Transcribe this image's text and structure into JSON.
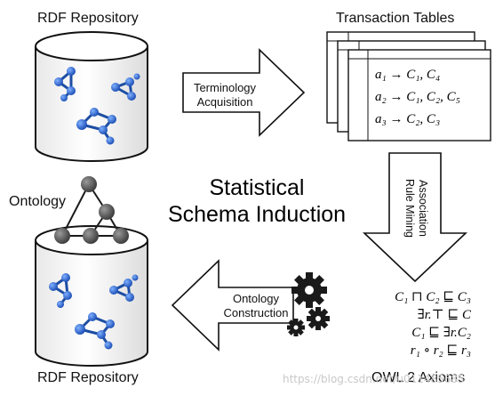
{
  "labels": {
    "rdf_top": "RDF Repository",
    "transaction_tables": "Transaction Tables",
    "ontology": "Ontology",
    "statistical": "Statistical",
    "schema_induction": "Schema Induction",
    "rdf_bottom": "RDF Repository",
    "owl_axioms": "OWL 2 Axioms"
  },
  "arrows": {
    "terminology": [
      "Terminology",
      "Acquisition"
    ],
    "association": [
      "Association",
      "Rule Mining"
    ],
    "ontology_construction": [
      "Ontology",
      "Construction"
    ]
  },
  "transactions": [
    "a₁ → C₁, C₄",
    "a₂ → C₁, C₂, C₅",
    "a₃ → C₂, C₃"
  ],
  "axioms": [
    "C₁ ⊓ C₂ ⊑ C₃",
    "∃r.⊤ ⊑ C",
    "C₁ ⊑ ∃r.C₂",
    "r₁ ∘ r₂ ⊑ r₃"
  ],
  "watermark": "https://blog.csdn.net/u011485685",
  "colors": {
    "graph_node": "#2f66c6",
    "graph_edge": "#1d4ea3",
    "ontology_node": "#555555",
    "cylinder_stroke": "#111111",
    "arrow_stroke": "#111111"
  },
  "icons": [
    "database-icon",
    "rdf-graph-icon",
    "ontology-tree-icon",
    "gear-icon"
  ]
}
